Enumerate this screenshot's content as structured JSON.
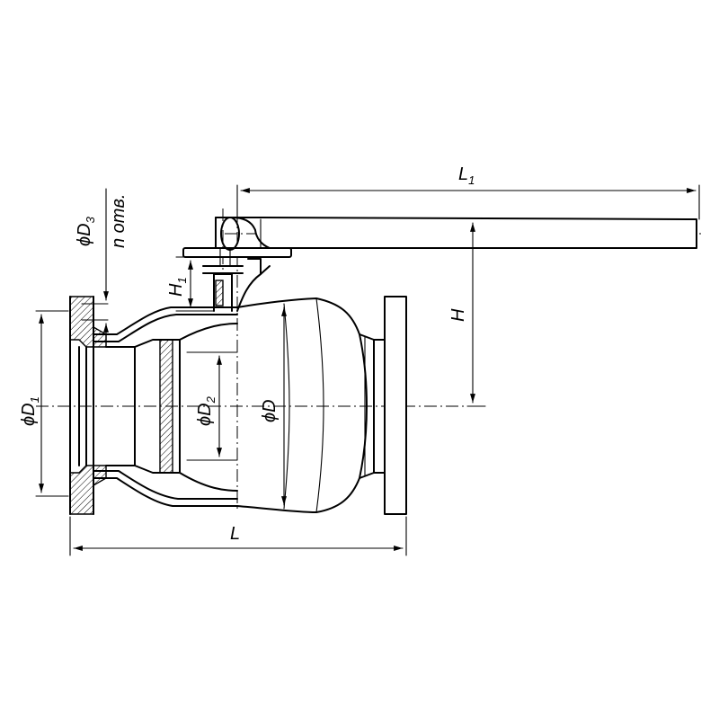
{
  "drawing": {
    "dimensions": {
      "L1": {
        "main": "L",
        "sub": "1"
      },
      "H": {
        "main": "H",
        "sub": ""
      },
      "H1": {
        "main": "H",
        "sub": "1"
      },
      "L": {
        "main": "L",
        "sub": ""
      },
      "D": {
        "main": "ϕD",
        "sub": ""
      },
      "D1": {
        "main": "ϕD",
        "sub": "1"
      },
      "D2": {
        "main": "ϕD",
        "sub": "2"
      },
      "D3": {
        "main": "ϕD",
        "sub": "3"
      },
      "n_holes": {
        "main": "n отв.",
        "sub": ""
      }
    }
  }
}
